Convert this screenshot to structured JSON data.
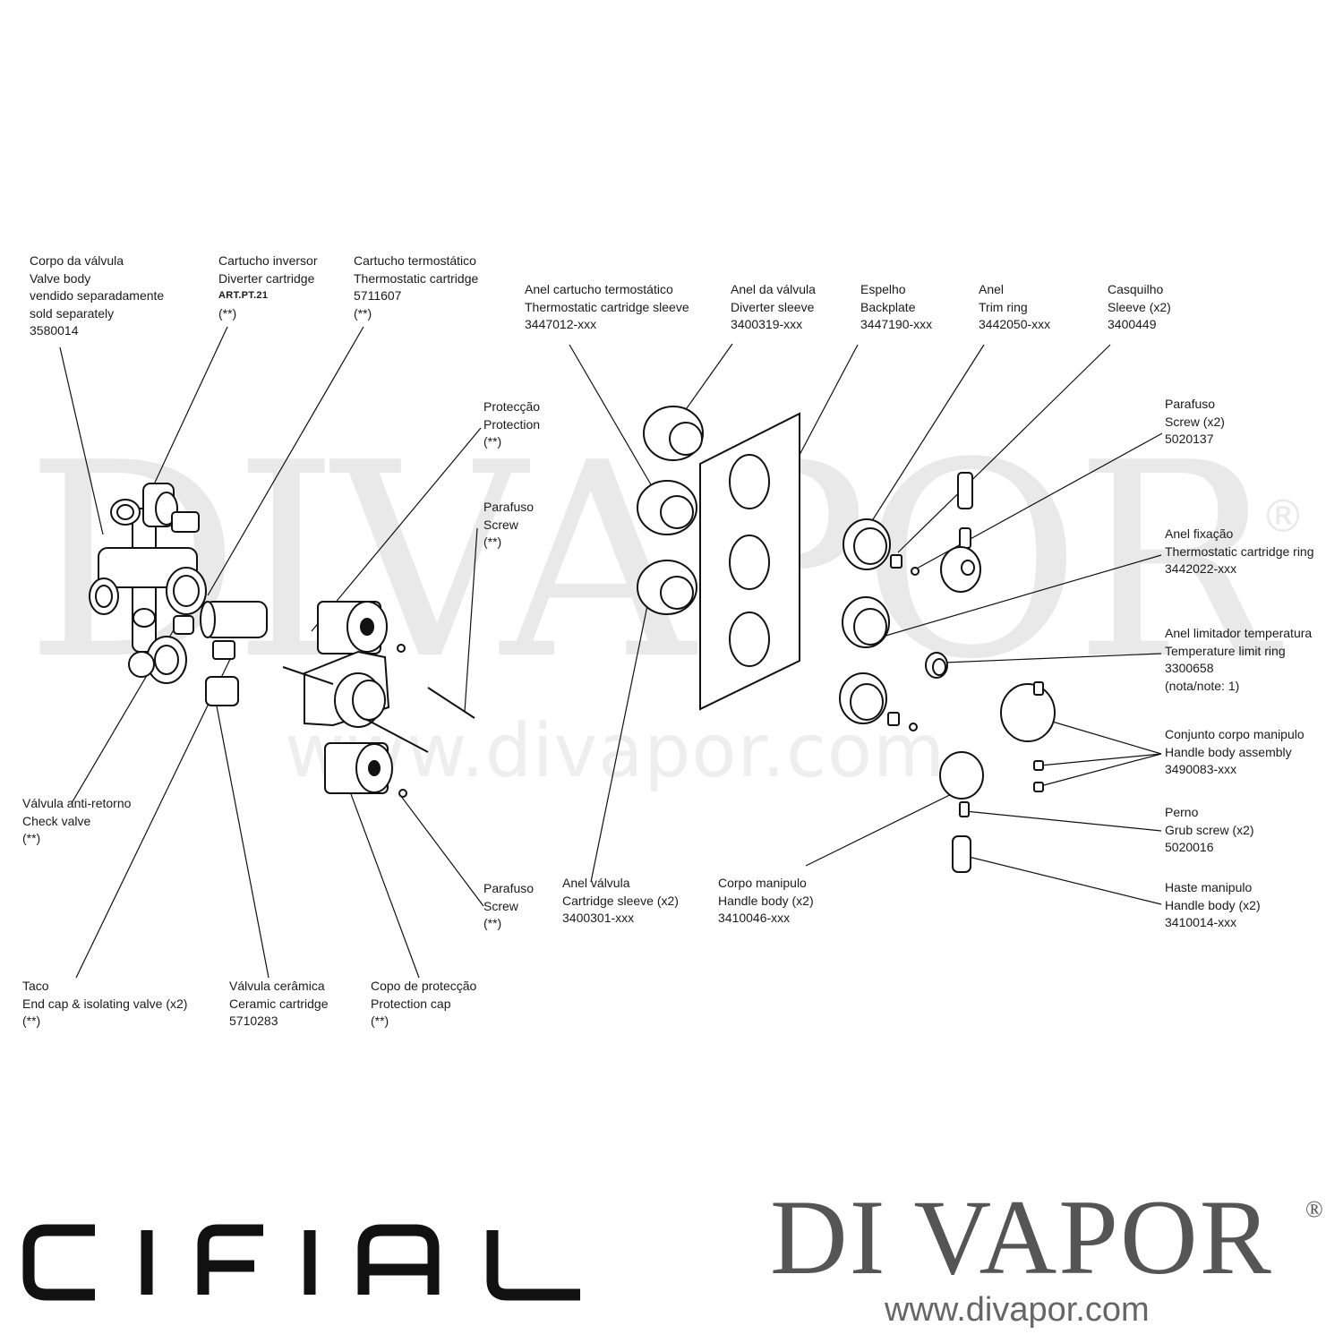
{
  "watermark": {
    "text": "DIVAPOR",
    "registered": "®",
    "url": "www.divapor.com"
  },
  "logos": {
    "left": "CIFIAL",
    "right": "DI VAPOR",
    "right_registered": "®",
    "right_url": "www.divapor.com"
  },
  "labels": {
    "corpo_valvula": [
      "Corpo da válvula",
      "Valve body",
      "vendido separadamente",
      "sold separately",
      "3580014"
    ],
    "cartucho_inversor": [
      "Cartucho inversor",
      "Diverter cartridge",
      "ART.PT.21",
      "(**)"
    ],
    "cartucho_termostatico": [
      "Cartucho termostático",
      "Thermostatic cartridge",
      "5711607",
      "(**)"
    ],
    "anel_cartucho": [
      "Anel cartucho termostático",
      "Thermostatic cartridge sleeve",
      "3447012-xxx"
    ],
    "anel_valvula_diverter": [
      "Anel da válvula",
      "Diverter sleeve",
      "3400319-xxx"
    ],
    "espelho": [
      "Espelho",
      "Backplate",
      "3447190-xxx"
    ],
    "anel_trim": [
      "Anel",
      "Trim ring",
      "3442050-xxx"
    ],
    "casquilho": [
      "Casquilho",
      "Sleeve (x2)",
      "3400449"
    ],
    "proteccao": [
      "Protecção",
      "Protection",
      "(**)"
    ],
    "parafuso_top": [
      "Parafuso",
      "Screw",
      "(**)"
    ],
    "parafuso_x2": [
      "Parafuso",
      "Screw (x2)",
      "5020137"
    ],
    "anel_fixacao": [
      "Anel fixação",
      "Thermostatic cartridge ring",
      "3442022-xxx"
    ],
    "anel_limitador": [
      "Anel limitador temperatura",
      "Temperature limit ring",
      "3300658",
      "(nota/note: 1)"
    ],
    "conjunto_manipulo": [
      "Conjunto corpo manipulo",
      "Handle body assembly",
      "3490083-xxx"
    ],
    "valvula_anti_retorno": [
      "Válvula anti-retorno",
      "Check valve",
      "(**)"
    ],
    "perno": [
      "Perno",
      "Grub screw (x2)",
      "5020016"
    ],
    "anel_valvula": [
      "Anel válvula",
      "Cartridge sleeve (x2)",
      "3400301-xxx"
    ],
    "corpo_manipulo": [
      "Corpo manipulo",
      "Handle body (x2)",
      "3410046-xxx"
    ],
    "parafuso_bottom": [
      "Parafuso",
      "Screw",
      "(**)"
    ],
    "haste_manipulo": [
      "Haste manipulo",
      "Handle body (x2)",
      "3410014-xxx"
    ],
    "taco": [
      "Taco",
      "End cap & isolating valve (x2)",
      "(**)"
    ],
    "valvula_ceramica": [
      "Válvula cerâmica",
      "Ceramic cartridge",
      "5710283"
    ],
    "copo_proteccao": [
      "Copo de protecção",
      "Protection cap",
      "(**)"
    ]
  }
}
